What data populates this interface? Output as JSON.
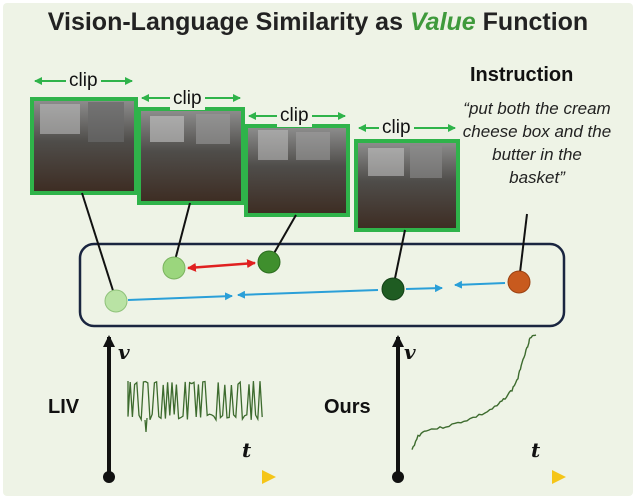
{
  "title": {
    "pre": "Vision-Language Similarity as ",
    "highlight": "Value",
    "post": " Function"
  },
  "clip_label": "clip",
  "instruction": {
    "heading": "Instruction",
    "text": "“put both the cream cheese box and the butter in the basket”"
  },
  "plots": {
    "left": {
      "label": "LIV",
      "y_axis": "v",
      "x_axis": "t"
    },
    "right": {
      "label": "Ours",
      "y_axis": "v",
      "x_axis": "t"
    }
  },
  "colors": {
    "background": "#eef3e6",
    "highlight_green": "#3f9a3c",
    "frame_green": "#2fb34a",
    "red_arrow": "#e02020",
    "blue_arrow": "#2a9fd8",
    "orange_dot": "#c85a1e",
    "curve": "#3d6b2e",
    "time_gradient": [
      "#7a2f8c",
      "#f5c518"
    ]
  }
}
